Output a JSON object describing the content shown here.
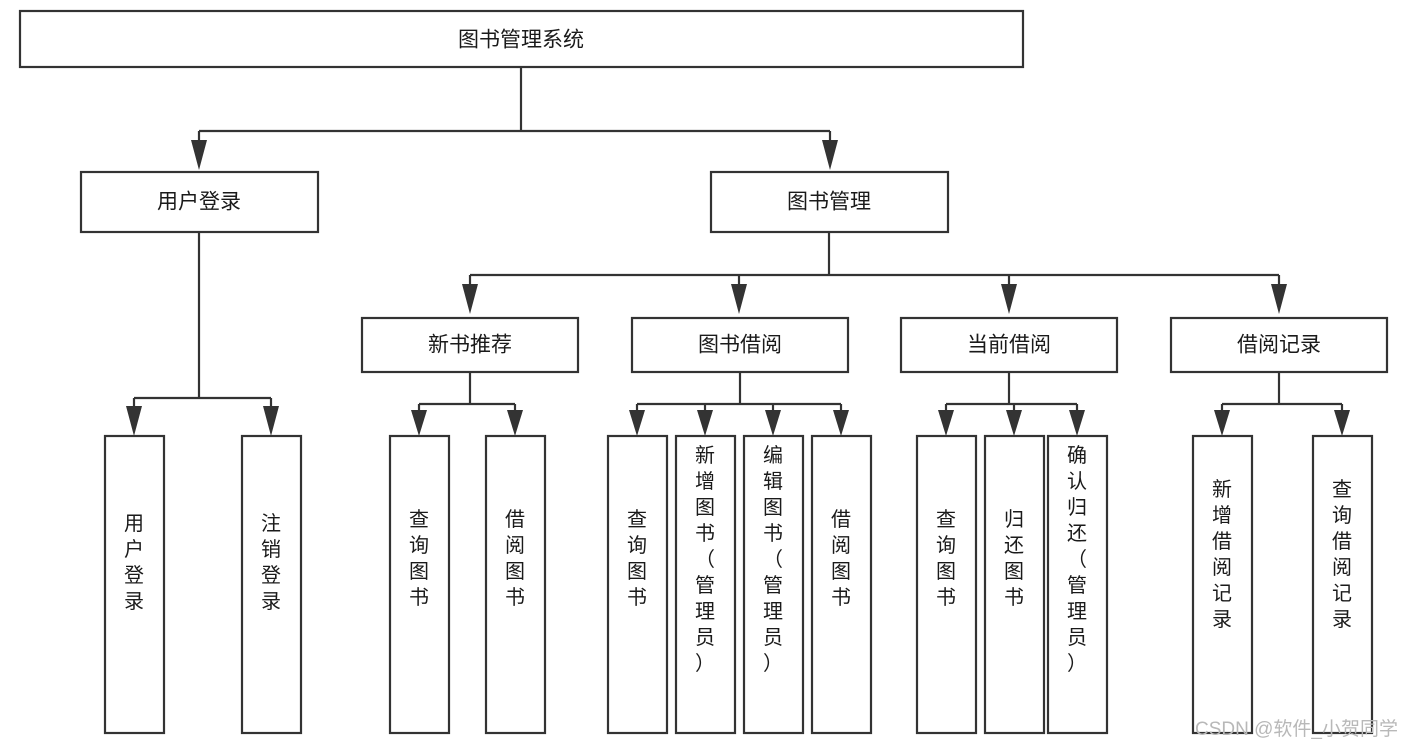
{
  "diagram": {
    "title": "图书管理系统",
    "type": "tree-hierarchy-diagram",
    "colors": {
      "stroke": "#333333",
      "box_fill": "#ffffff",
      "text": "#1a1a1a",
      "background": "#ffffff",
      "watermark": "#b8b8b8"
    },
    "root": {
      "label": "图书管理系统"
    },
    "level2": [
      {
        "label": "用户登录"
      },
      {
        "label": "图书管理"
      }
    ],
    "level3": [
      {
        "label": "新书推荐"
      },
      {
        "label": "图书借阅"
      },
      {
        "label": "当前借阅"
      },
      {
        "label": "借阅记录"
      }
    ],
    "leaves": {
      "user_login": [
        {
          "label": "用户登录"
        },
        {
          "label": "注销登录"
        }
      ],
      "new_book": [
        {
          "label": "查询图书"
        },
        {
          "label": "借阅图书"
        }
      ],
      "book_borrow": [
        {
          "label": "查询图书"
        },
        {
          "label": "新增图书（管理员）"
        },
        {
          "label": "编辑图书（管理员）"
        },
        {
          "label": "借阅图书"
        }
      ],
      "current_borrow": [
        {
          "label": "查询图书"
        },
        {
          "label": "归还图书"
        },
        {
          "label": "确认归还（管理员）"
        }
      ],
      "borrow_record": [
        {
          "label": "新增借阅记录"
        },
        {
          "label": "查询借阅记录"
        }
      ]
    }
  },
  "watermark": {
    "text": "CSDN @软件_小贺同学"
  }
}
